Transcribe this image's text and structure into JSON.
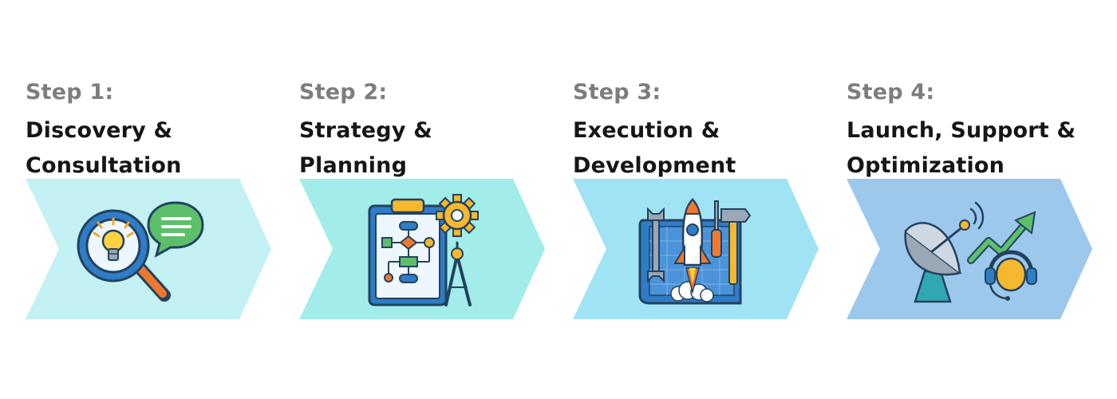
{
  "colors": {
    "chevron_1": "#c4f1f3",
    "chevron_2": "#a2ece9",
    "chevron_3": "#a0e3f5",
    "chevron_4": "#9cc8ec",
    "step_label": "#7d7d7d",
    "title": "#161616"
  },
  "steps": [
    {
      "label": "Step 1:",
      "title_line1": "Discovery &",
      "title_line2": "Consultation",
      "icon": "magnifier-lightbulb-speech-bubble-icon"
    },
    {
      "label": "Step 2:",
      "title_line1": "Strategy &",
      "title_line2": "Planning",
      "icon": "clipboard-flowchart-gear-compass-icon"
    },
    {
      "label": "Step 3:",
      "title_line1": "Execution &",
      "title_line2": "Development",
      "icon": "rocket-blueprint-tools-icon"
    },
    {
      "label": "Step 4:",
      "title_line1": "Launch, Support &",
      "title_line2": "Optimization",
      "icon": "satellite-dish-growth-arrow-headset-icon"
    }
  ]
}
